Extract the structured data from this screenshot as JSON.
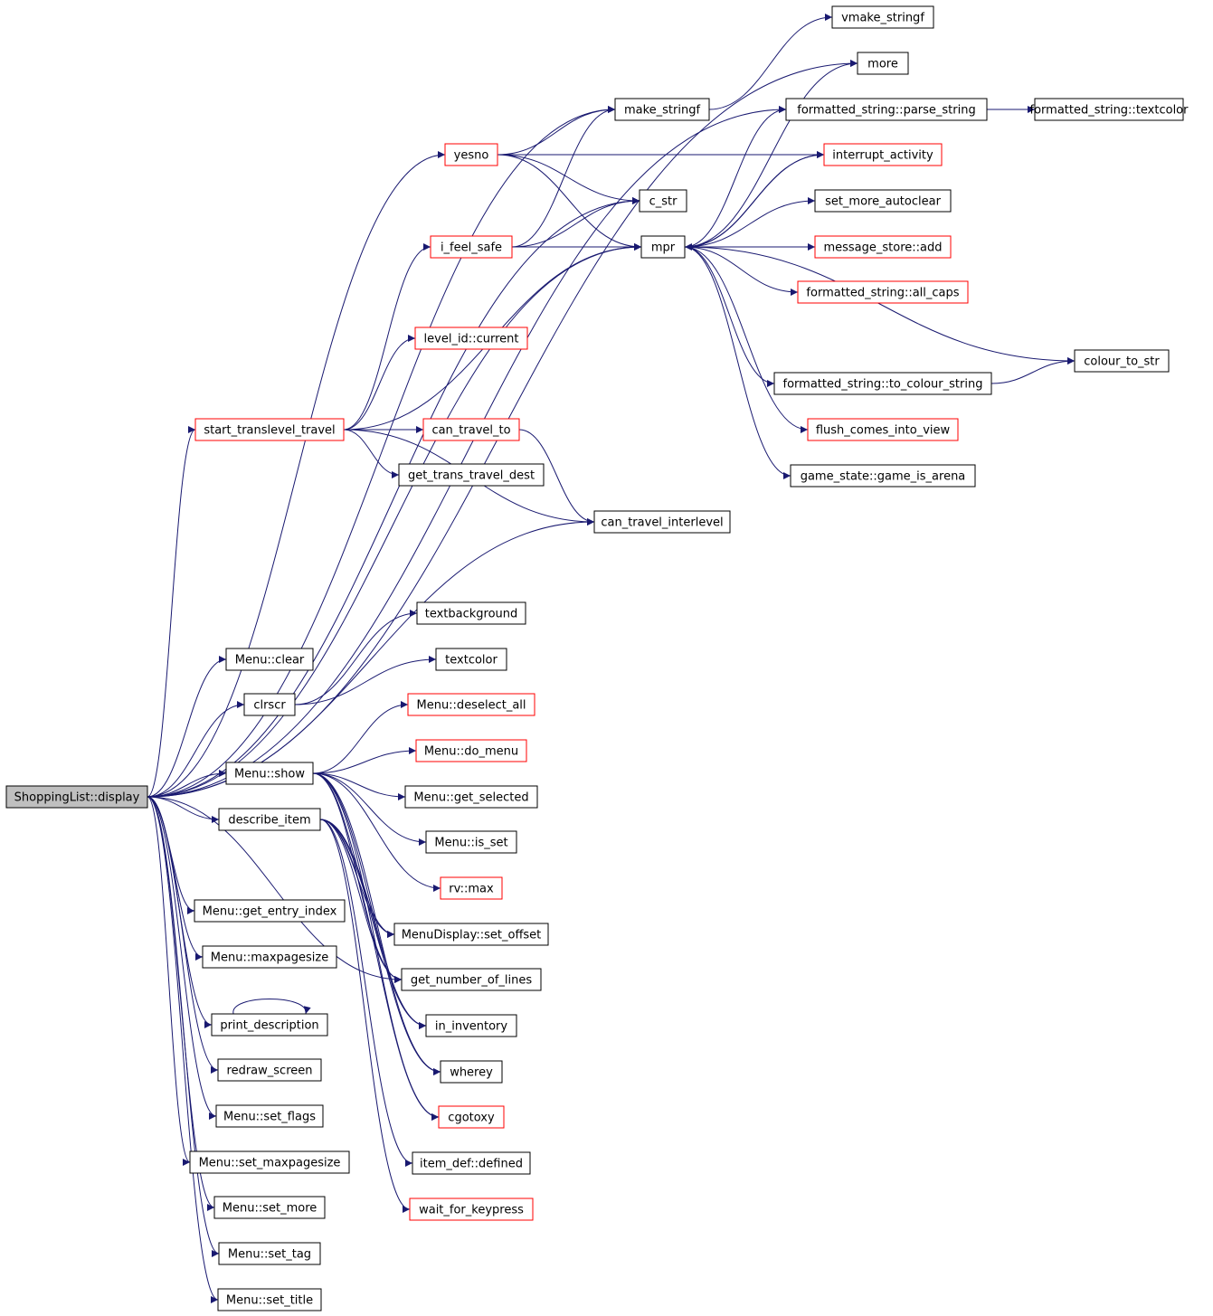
{
  "colors": {
    "edge": "#191970",
    "node_border": "#000000",
    "node_border_linked": "#ff0000",
    "root_fill": "#bfbfbf",
    "background": "#ffffff"
  },
  "nodes": [
    {
      "id": "root",
      "label": "ShoppingList::display",
      "style": "root"
    },
    {
      "id": "vmake_stringf",
      "label": "vmake_stringf",
      "style": "plain"
    },
    {
      "id": "more",
      "label": "more",
      "style": "plain"
    },
    {
      "id": "make_stringf",
      "label": "make_stringf",
      "style": "plain"
    },
    {
      "id": "parse_string",
      "label": "formatted_string::parse_string",
      "style": "plain"
    },
    {
      "id": "fs_textcolor",
      "label": "formatted_string::textcolor",
      "style": "plain"
    },
    {
      "id": "yesno",
      "label": "yesno",
      "style": "red"
    },
    {
      "id": "interrupt_activity",
      "label": "interrupt_activity",
      "style": "red"
    },
    {
      "id": "c_str",
      "label": "c_str",
      "style": "plain"
    },
    {
      "id": "set_more_autoclear",
      "label": "set_more_autoclear",
      "style": "plain"
    },
    {
      "id": "i_feel_safe",
      "label": "i_feel_safe",
      "style": "red"
    },
    {
      "id": "mpr",
      "label": "mpr",
      "style": "plain"
    },
    {
      "id": "message_store_add",
      "label": "message_store::add",
      "style": "red"
    },
    {
      "id": "all_caps",
      "label": "formatted_string::all_caps",
      "style": "red"
    },
    {
      "id": "level_id_current",
      "label": "level_id::current",
      "style": "red"
    },
    {
      "id": "colour_to_str",
      "label": "colour_to_str",
      "style": "plain"
    },
    {
      "id": "to_colour_string",
      "label": "formatted_string::to_colour_string",
      "style": "plain"
    },
    {
      "id": "start_translevel_travel",
      "label": "start_translevel_travel",
      "style": "red"
    },
    {
      "id": "can_travel_to",
      "label": "can_travel_to",
      "style": "red"
    },
    {
      "id": "flush_comes_into_view",
      "label": "flush_comes_into_view",
      "style": "red"
    },
    {
      "id": "get_trans_travel_dest",
      "label": "get_trans_travel_dest",
      "style": "plain"
    },
    {
      "id": "game_is_arena",
      "label": "game_state::game_is_arena",
      "style": "plain"
    },
    {
      "id": "can_travel_interlevel",
      "label": "can_travel_interlevel",
      "style": "plain"
    },
    {
      "id": "textbackground",
      "label": "textbackground",
      "style": "plain"
    },
    {
      "id": "menu_clear",
      "label": "Menu::clear",
      "style": "plain"
    },
    {
      "id": "textcolor",
      "label": "textcolor",
      "style": "plain"
    },
    {
      "id": "clrscr",
      "label": "clrscr",
      "style": "plain"
    },
    {
      "id": "deselect_all",
      "label": "Menu::deselect_all",
      "style": "red"
    },
    {
      "id": "do_menu",
      "label": "Menu::do_menu",
      "style": "red"
    },
    {
      "id": "menu_show",
      "label": "Menu::show",
      "style": "plain"
    },
    {
      "id": "get_selected",
      "label": "Menu::get_selected",
      "style": "plain"
    },
    {
      "id": "describe_item",
      "label": "describe_item",
      "style": "plain"
    },
    {
      "id": "is_set",
      "label": "Menu::is_set",
      "style": "plain"
    },
    {
      "id": "rv_max",
      "label": "rv::max",
      "style": "red"
    },
    {
      "id": "get_entry_index",
      "label": "Menu::get_entry_index",
      "style": "plain"
    },
    {
      "id": "set_offset",
      "label": "MenuDisplay::set_offset",
      "style": "plain"
    },
    {
      "id": "maxpagesize",
      "label": "Menu::maxpagesize",
      "style": "plain"
    },
    {
      "id": "get_number_of_lines",
      "label": "get_number_of_lines",
      "style": "plain"
    },
    {
      "id": "print_description",
      "label": "print_description",
      "style": "plain"
    },
    {
      "id": "in_inventory",
      "label": "in_inventory",
      "style": "plain"
    },
    {
      "id": "redraw_screen",
      "label": "redraw_screen",
      "style": "plain"
    },
    {
      "id": "wherey",
      "label": "wherey",
      "style": "plain"
    },
    {
      "id": "set_flags",
      "label": "Menu::set_flags",
      "style": "plain"
    },
    {
      "id": "cgotoxy",
      "label": "cgotoxy",
      "style": "red"
    },
    {
      "id": "set_maxpagesize",
      "label": "Menu::set_maxpagesize",
      "style": "plain"
    },
    {
      "id": "item_def_defined",
      "label": "item_def::defined",
      "style": "plain"
    },
    {
      "id": "set_more",
      "label": "Menu::set_more",
      "style": "plain"
    },
    {
      "id": "wait_for_keypress",
      "label": "wait_for_keypress",
      "style": "red"
    },
    {
      "id": "set_tag",
      "label": "Menu::set_tag",
      "style": "plain"
    },
    {
      "id": "set_title",
      "label": "Menu::set_title",
      "style": "plain"
    }
  ],
  "edges": [
    [
      "root",
      "more"
    ],
    [
      "root",
      "parse_string"
    ],
    [
      "root",
      "make_stringf"
    ],
    [
      "root",
      "yesno"
    ],
    [
      "root",
      "c_str"
    ],
    [
      "root",
      "mpr"
    ],
    [
      "root",
      "start_translevel_travel"
    ],
    [
      "root",
      "can_travel_interlevel"
    ],
    [
      "root",
      "menu_clear"
    ],
    [
      "root",
      "clrscr"
    ],
    [
      "root",
      "menu_show"
    ],
    [
      "root",
      "describe_item"
    ],
    [
      "root",
      "get_entry_index"
    ],
    [
      "root",
      "maxpagesize"
    ],
    [
      "root",
      "print_description"
    ],
    [
      "root",
      "redraw_screen"
    ],
    [
      "root",
      "set_flags"
    ],
    [
      "root",
      "set_maxpagesize"
    ],
    [
      "root",
      "set_more"
    ],
    [
      "root",
      "set_tag"
    ],
    [
      "root",
      "set_title"
    ],
    [
      "root",
      "get_number_of_lines"
    ],
    [
      "yesno",
      "make_stringf"
    ],
    [
      "yesno",
      "interrupt_activity"
    ],
    [
      "yesno",
      "c_str"
    ],
    [
      "yesno",
      "mpr"
    ],
    [
      "i_feel_safe",
      "make_stringf"
    ],
    [
      "i_feel_safe",
      "c_str"
    ],
    [
      "i_feel_safe",
      "mpr"
    ],
    [
      "make_stringf",
      "vmake_stringf"
    ],
    [
      "parse_string",
      "fs_textcolor"
    ],
    [
      "mpr",
      "more"
    ],
    [
      "mpr",
      "parse_string"
    ],
    [
      "mpr",
      "interrupt_activity"
    ],
    [
      "mpr",
      "set_more_autoclear"
    ],
    [
      "mpr",
      "message_store_add"
    ],
    [
      "mpr",
      "all_caps"
    ],
    [
      "mpr",
      "colour_to_str"
    ],
    [
      "mpr",
      "to_colour_string"
    ],
    [
      "mpr",
      "flush_comes_into_view"
    ],
    [
      "mpr",
      "game_is_arena"
    ],
    [
      "interrupt_activity",
      "mpr"
    ],
    [
      "to_colour_string",
      "colour_to_str"
    ],
    [
      "start_translevel_travel",
      "i_feel_safe"
    ],
    [
      "start_translevel_travel",
      "level_id_current"
    ],
    [
      "start_translevel_travel",
      "mpr"
    ],
    [
      "start_translevel_travel",
      "can_travel_to"
    ],
    [
      "start_translevel_travel",
      "get_trans_travel_dest"
    ],
    [
      "start_translevel_travel",
      "can_travel_interlevel"
    ],
    [
      "can_travel_to",
      "can_travel_interlevel"
    ],
    [
      "clrscr",
      "textbackground"
    ],
    [
      "clrscr",
      "textcolor"
    ],
    [
      "menu_show",
      "deselect_all"
    ],
    [
      "menu_show",
      "do_menu"
    ],
    [
      "menu_show",
      "get_selected"
    ],
    [
      "menu_show",
      "is_set"
    ],
    [
      "menu_show",
      "rv_max"
    ],
    [
      "menu_show",
      "set_offset"
    ],
    [
      "menu_show",
      "get_number_of_lines"
    ],
    [
      "menu_show",
      "in_inventory"
    ],
    [
      "menu_show",
      "wherey"
    ],
    [
      "menu_show",
      "cgotoxy"
    ],
    [
      "describe_item",
      "set_offset"
    ],
    [
      "describe_item",
      "get_number_of_lines"
    ],
    [
      "describe_item",
      "in_inventory"
    ],
    [
      "describe_item",
      "wherey"
    ],
    [
      "describe_item",
      "cgotoxy"
    ],
    [
      "describe_item",
      "item_def_defined"
    ],
    [
      "describe_item",
      "wait_for_keypress"
    ],
    [
      "print_description",
      "print_description"
    ]
  ]
}
